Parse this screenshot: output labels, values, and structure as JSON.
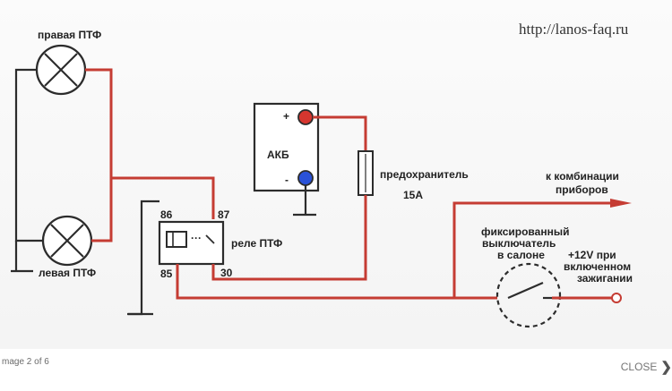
{
  "diagram": {
    "watermark": "http://lanos-faq.ru",
    "right_fog_lamp": "правая ПТФ",
    "left_fog_lamp": "левая ПТФ",
    "battery": {
      "label": "АКБ",
      "plus": "+",
      "minus": "-"
    },
    "fuse": {
      "label": "предохранитель",
      "rating": "15А"
    },
    "relay": {
      "label": "реле ПТФ",
      "pin_86": "86",
      "pin_87": "87",
      "pin_85": "85",
      "pin_30": "30",
      "contact_dots": "···"
    },
    "to_cluster": {
      "line1": "к комбинации",
      "line2": "приборов"
    },
    "switch": {
      "line1": "фиксированный",
      "line2": "выключатель",
      "line3": "в салоне"
    },
    "ignition": {
      "line1": "+12V при",
      "line2": "включенном",
      "line3": "зажигании"
    },
    "colors": {
      "wire_red": "#c53c33",
      "wire_black": "#2c2c2c",
      "battery_plus": "#d6362f",
      "battery_minus": "#2a52d8"
    }
  },
  "viewer": {
    "counter": "mage 2 of 6",
    "close_label": "CLOSE",
    "close_icon_glyph": "❯"
  }
}
